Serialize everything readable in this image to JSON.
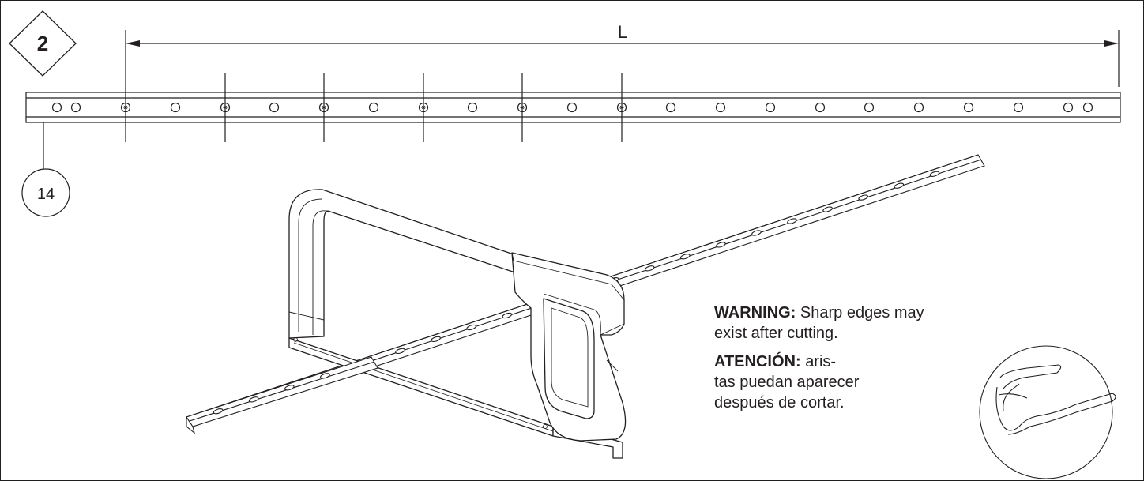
{
  "step": {
    "number": "2"
  },
  "dimension": {
    "label": "L"
  },
  "callout": {
    "part_number": "14"
  },
  "warning_en": {
    "title": "WARNING:",
    "text": "Sharp edges may exist after cutting."
  },
  "warning_es": {
    "title": "ATENCIÓN:",
    "line1": "aris-",
    "line2": "tas puedan aparecer",
    "line3": "después de cortar."
  },
  "colors": {
    "line": "#231f20",
    "background": "#ffffff"
  },
  "icons": [
    "diamond-step-marker",
    "dimension-arrow",
    "hacksaw",
    "rail",
    "safety-glasses-icon"
  ]
}
